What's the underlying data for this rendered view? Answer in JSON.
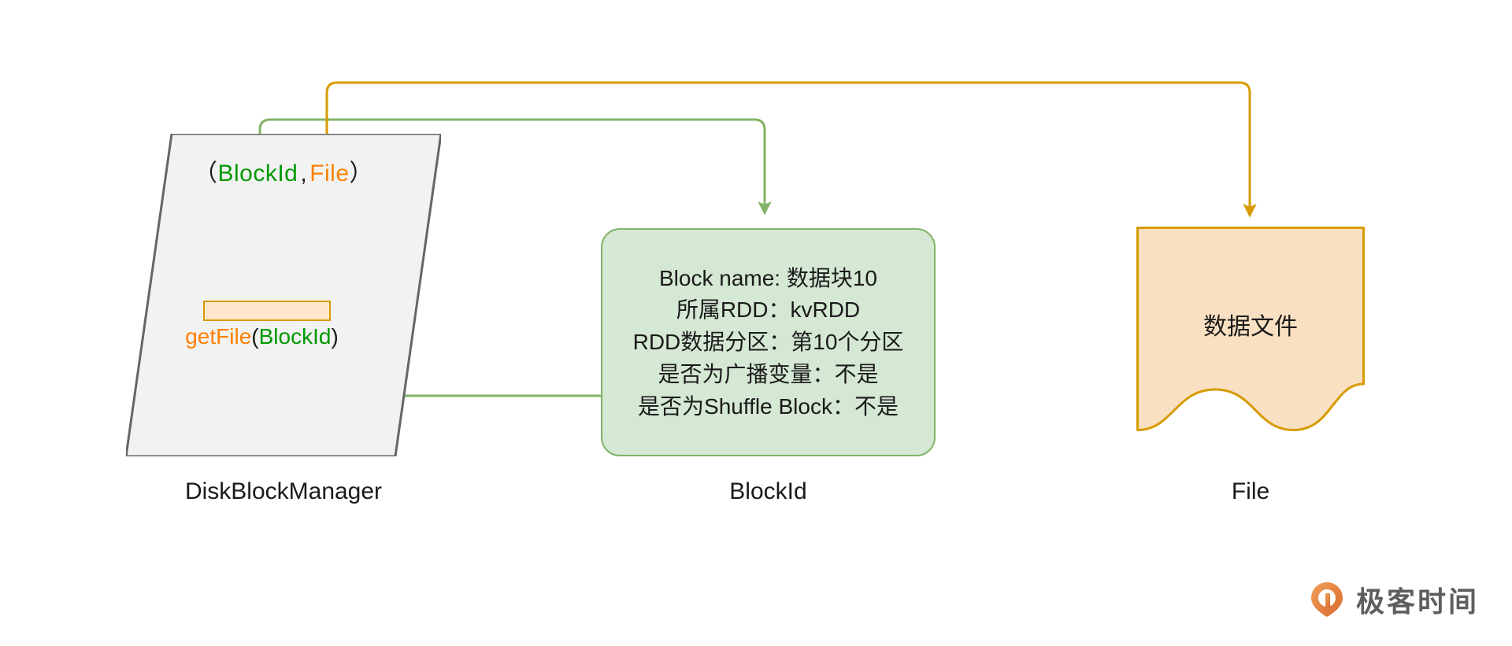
{
  "diagram": {
    "title": "DiskBlockManager BlockId to File mapping",
    "colors": {
      "green_accent": "#82b366",
      "green_fill": "#d5e8d4",
      "green_text": "#009900",
      "orange_accent": "#d79b00",
      "orange_fill": "#ffe6cc",
      "orange_text": "#ff8000",
      "gray_border": "#666666",
      "gray_fill": "#f2f2f2",
      "watermark_gray": "#5e5e5e",
      "watermark_orange": "#e8833a"
    }
  },
  "disk_block_manager": {
    "caption": "DiskBlockManager",
    "tuple": {
      "open_paren": "（",
      "key": "BlockId",
      "separator": ",",
      "value": "File",
      "close_paren": "）"
    },
    "method": {
      "name": "getFile",
      "open_paren": "(",
      "argument": "BlockId",
      "close_paren": ")"
    }
  },
  "block_id": {
    "caption": "BlockId",
    "lines": [
      "Block name: 数据块10",
      "所属RDD：kvRDD",
      "RDD数据分区：第10个分区",
      "是否为广播变量：不是",
      "是否为Shuffle Block：不是"
    ]
  },
  "file": {
    "caption": "File",
    "label": "数据文件"
  },
  "watermark": {
    "text": "极客时间",
    "logo_icon": "geektime-logo-icon"
  }
}
